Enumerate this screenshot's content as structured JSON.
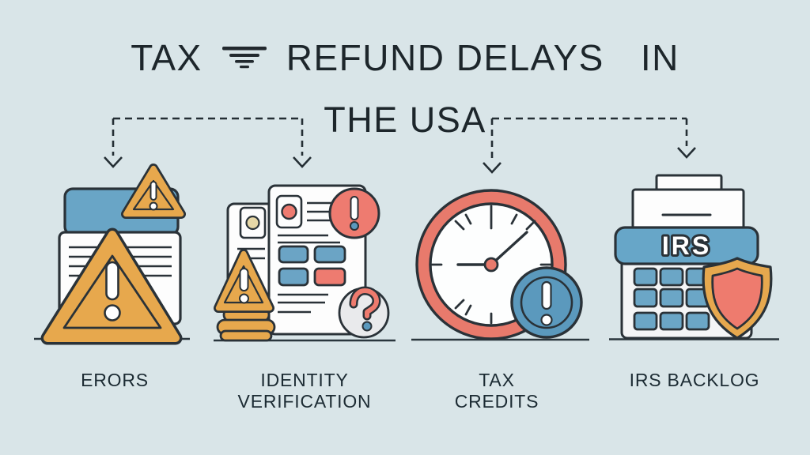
{
  "title": {
    "part1": "TAX",
    "part2": "REFUND DELAYS",
    "part3": "IN",
    "line2": "THE USA"
  },
  "items": [
    {
      "id": "errors",
      "lines": [
        "ERORS"
      ]
    },
    {
      "id": "identity-verification",
      "lines": [
        "IDENTITY",
        "VERIFICATION"
      ]
    },
    {
      "id": "tax-credits",
      "lines": [
        "TAX",
        "CREDITS"
      ]
    },
    {
      "id": "irs-backlog",
      "lines": [
        "IRS BACKLOG"
      ]
    }
  ],
  "icons": {
    "title_icon": "speed-lines-icon",
    "errors_icon": "document-warning-icon",
    "identity_icon": "id-documents-alert-icon",
    "tax_credits_icon": "clock-alert-icon",
    "irs_backlog_icon": "irs-calculator-shield-icon",
    "irs_label": "IRS"
  },
  "colors": {
    "background": "#d9e5e8",
    "outline": "#2a3238",
    "title_text": "#1d262b",
    "label_text": "#1c2b33",
    "blue": "#69a5c6",
    "blue_badge": "#5b99bd",
    "orange": "#e7a84d",
    "salmon": "#e87a6c",
    "red": "#ee7b70",
    "light_gray": "#e9eaec",
    "beige": "#e7d8a7",
    "white": "#ffffff"
  }
}
